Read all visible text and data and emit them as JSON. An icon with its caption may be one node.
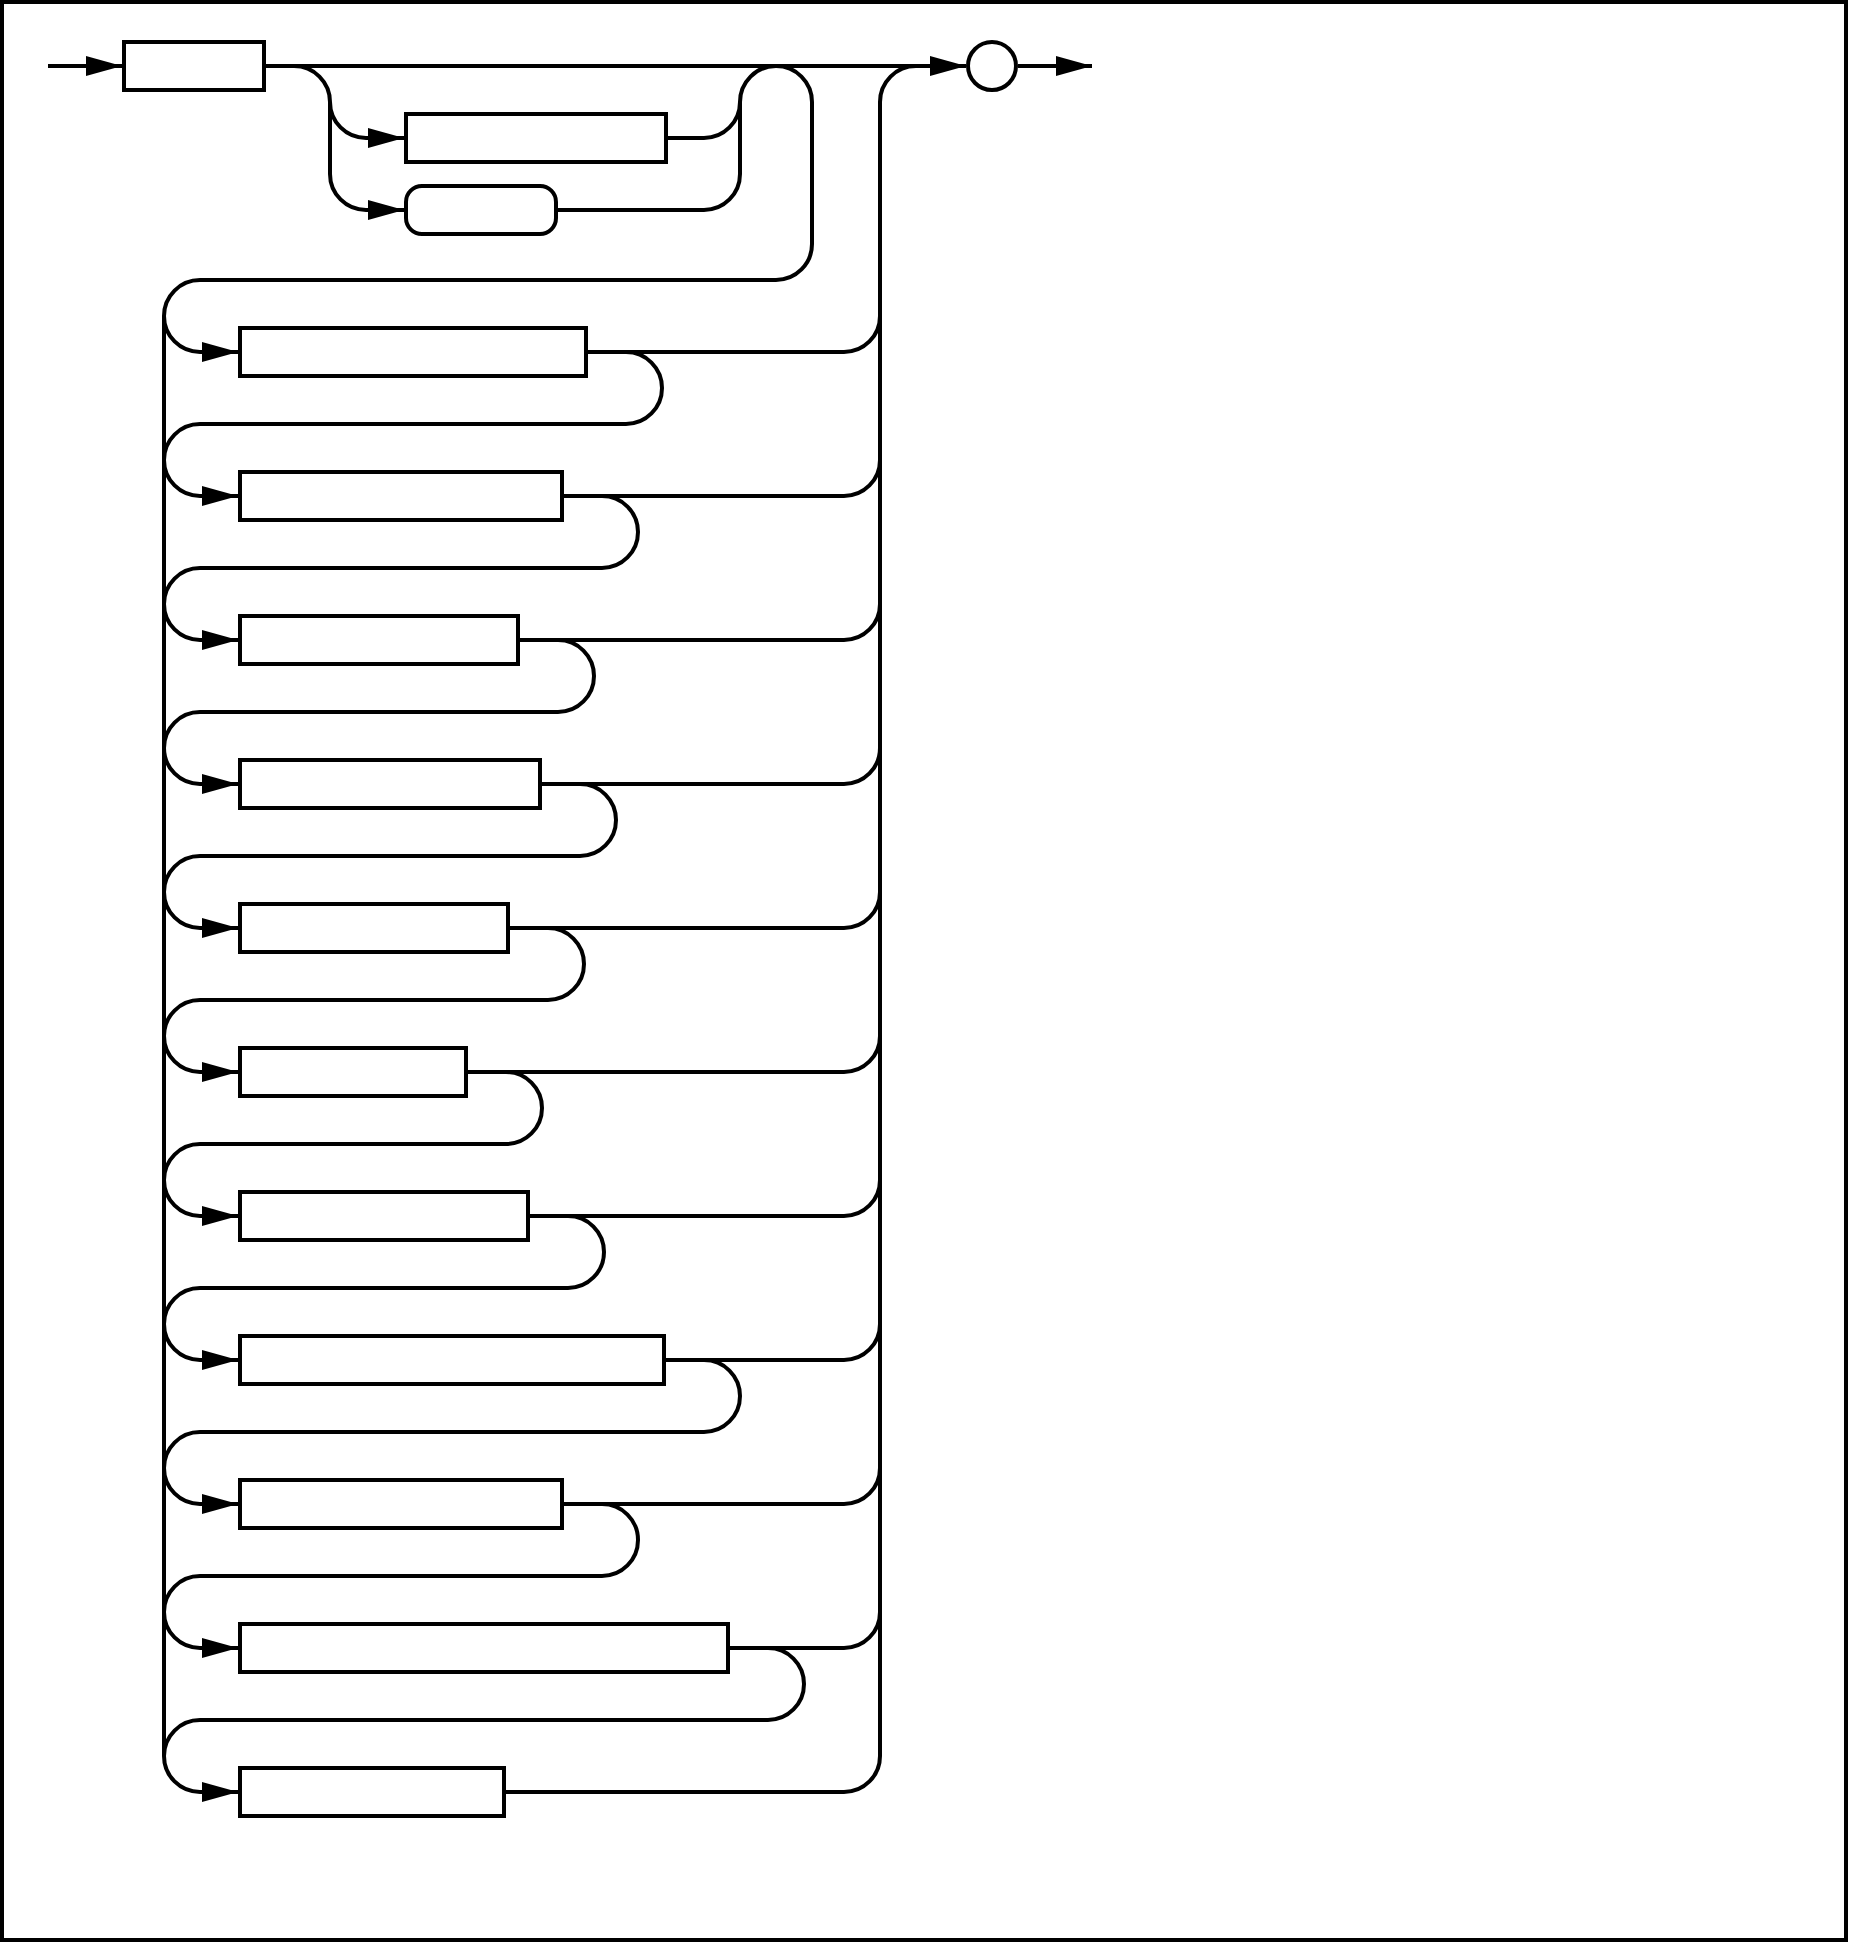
{
  "diagram": {
    "nodes": [
      {
        "text": [],
        "shape": "box"
      },
      {
        "text": [],
        "shape": "box"
      },
      {
        "text": [],
        "shape": "box"
      },
      {
        "text": [],
        "shape": "circle"
      },
      {
        "text": [],
        "shape": "box"
      },
      {
        "text": [],
        "shape": "box"
      },
      {
        "text": [],
        "shape": "box"
      },
      {
        "text": [],
        "shape": "box"
      },
      {
        "text": [],
        "shape": "box"
      },
      {
        "text": [],
        "shape": "box"
      },
      {
        "text": [],
        "shape": "box"
      },
      {
        "text": [],
        "shape": "box"
      },
      {
        "text": [],
        "shape": "box"
      },
      {
        "text": [],
        "shape": "box"
      },
      {
        "text": [],
        "shape": "box"
      }
    ],
    "edges": [
      {
        "from": null,
        "to": 0,
        "arrow": "to"
      },
      {
        "from": 0,
        "to": 1,
        "arrow": "to"
      },
      {
        "from": 0,
        "to": 2,
        "arrow": "to"
      },
      {
        "from": 0,
        "to": 3,
        "arrow": "to"
      },
      {
        "from": 1,
        "to": 3,
        "arrow": "to"
      },
      {
        "from": 2,
        "to": 3,
        "arrow": "to"
      },
      {
        "from": 3,
        "to": null,
        "arrow": "to"
      },
      {
        "from": 0,
        "to": 4,
        "arrow": "to"
      },
      {
        "from": 0,
        "to": 5,
        "arrow": "to"
      },
      {
        "from": 0,
        "to": 6,
        "arrow": "to"
      },
      {
        "from": 0,
        "to": 7,
        "arrow": "to"
      },
      {
        "from": 0,
        "to": 8,
        "arrow": "to"
      },
      {
        "from": 0,
        "to": 9,
        "arrow": "to"
      },
      {
        "from": 0,
        "to": 10,
        "arrow": "to"
      },
      {
        "from": 0,
        "to": 11,
        "arrow": "to"
      },
      {
        "from": 0,
        "to": 12,
        "arrow": "to"
      },
      {
        "from": 0,
        "to": 13,
        "arrow": "to"
      },
      {
        "from": 0,
        "to": 14,
        "arrow": "to"
      },
      {
        "from": 1,
        "to": 4,
        "arrow": "to"
      },
      {
        "from": 1,
        "to": 5,
        "arrow": "to"
      },
      {
        "from": 1,
        "to": 6,
        "arrow": "to"
      },
      {
        "from": 1,
        "to": 7,
        "arrow": "to"
      },
      {
        "from": 1,
        "to": 8,
        "arrow": "to"
      },
      {
        "from": 1,
        "to": 9,
        "arrow": "to"
      },
      {
        "from": 1,
        "to": 10,
        "arrow": "to"
      },
      {
        "from": 1,
        "to": 11,
        "arrow": "to"
      },
      {
        "from": 1,
        "to": 12,
        "arrow": "to"
      },
      {
        "from": 1,
        "to": 13,
        "arrow": "to"
      },
      {
        "from": 1,
        "to": 14,
        "arrow": "to"
      },
      {
        "from": 2,
        "to": 4,
        "arrow": "to"
      },
      {
        "from": 2,
        "to": 5,
        "arrow": "to"
      },
      {
        "from": 2,
        "to": 6,
        "arrow": "to"
      },
      {
        "from": 2,
        "to": 7,
        "arrow": "to"
      },
      {
        "from": 2,
        "to": 8,
        "arrow": "to"
      },
      {
        "from": 2,
        "to": 9,
        "arrow": "to"
      },
      {
        "from": 2,
        "to": 10,
        "arrow": "to"
      },
      {
        "from": 2,
        "to": 11,
        "arrow": "to"
      },
      {
        "from": 2,
        "to": 12,
        "arrow": "to"
      },
      {
        "from": 2,
        "to": 13,
        "arrow": "to"
      },
      {
        "from": 2,
        "to": 14,
        "arrow": "to"
      },
      {
        "from": 4,
        "to": 5,
        "arrow": "to"
      },
      {
        "from": 4,
        "to": 6,
        "arrow": "to"
      },
      {
        "from": 4,
        "to": 7,
        "arrow": "to"
      },
      {
        "from": 4,
        "to": 8,
        "arrow": "to"
      },
      {
        "from": 4,
        "to": 9,
        "arrow": "to"
      },
      {
        "from": 4,
        "to": 10,
        "arrow": "to"
      },
      {
        "from": 4,
        "to": 11,
        "arrow": "to"
      },
      {
        "from": 4,
        "to": 12,
        "arrow": "to"
      },
      {
        "from": 4,
        "to": 13,
        "arrow": "to"
      },
      {
        "from": 4,
        "to": 14,
        "arrow": "to"
      },
      {
        "from": 5,
        "to": 6,
        "arrow": "to"
      },
      {
        "from": 5,
        "to": 7,
        "arrow": "to"
      },
      {
        "from": 5,
        "to": 8,
        "arrow": "to"
      },
      {
        "from": 5,
        "to": 9,
        "arrow": "to"
      },
      {
        "from": 5,
        "to": 10,
        "arrow": "to"
      },
      {
        "from": 5,
        "to": 11,
        "arrow": "to"
      },
      {
        "from": 5,
        "to": 12,
        "arrow": "to"
      },
      {
        "from": 5,
        "to": 13,
        "arrow": "to"
      },
      {
        "from": 5,
        "to": 14,
        "arrow": "to"
      },
      {
        "from": 6,
        "to": 7,
        "arrow": "to"
      },
      {
        "from": 6,
        "to": 8,
        "arrow": "to"
      },
      {
        "from": 6,
        "to": 9,
        "arrow": "to"
      },
      {
        "from": 6,
        "to": 10,
        "arrow": "to"
      },
      {
        "from": 6,
        "to": 11,
        "arrow": "to"
      },
      {
        "from": 6,
        "to": 12,
        "arrow": "to"
      },
      {
        "from": 6,
        "to": 13,
        "arrow": "to"
      },
      {
        "from": 6,
        "to": 14,
        "arrow": "to"
      },
      {
        "from": 7,
        "to": 8,
        "arrow": "to"
      },
      {
        "from": 7,
        "to": 9,
        "arrow": "to"
      },
      {
        "from": 7,
        "to": 10,
        "arrow": "to"
      },
      {
        "from": 7,
        "to": 11,
        "arrow": "to"
      },
      {
        "from": 7,
        "to": 12,
        "arrow": "to"
      },
      {
        "from": 7,
        "to": 13,
        "arrow": "to"
      },
      {
        "from": 7,
        "to": 14,
        "arrow": "to"
      },
      {
        "from": 8,
        "to": 9,
        "arrow": "to"
      },
      {
        "from": 8,
        "to": 10,
        "arrow": "to"
      },
      {
        "from": 8,
        "to": 11,
        "arrow": "to"
      },
      {
        "from": 8,
        "to": 12,
        "arrow": "to"
      },
      {
        "from": 8,
        "to": 13,
        "arrow": "to"
      },
      {
        "from": 8,
        "to": 14,
        "arrow": "to"
      },
      {
        "from": 9,
        "to": 10,
        "arrow": "to"
      },
      {
        "from": 9,
        "to": 11,
        "arrow": "to"
      },
      {
        "from": 9,
        "to": 12,
        "arrow": "to"
      },
      {
        "from": 9,
        "to": 13,
        "arrow": "to"
      },
      {
        "from": 9,
        "to": 14,
        "arrow": "to"
      },
      {
        "from": 10,
        "to": 11,
        "arrow": "to"
      },
      {
        "from": 10,
        "to": 12,
        "arrow": "to"
      },
      {
        "from": 10,
        "to": 13,
        "arrow": "to"
      },
      {
        "from": 10,
        "to": 14,
        "arrow": "to"
      },
      {
        "from": 11,
        "to": 12,
        "arrow": "to"
      },
      {
        "from": 11,
        "to": 13,
        "arrow": "to"
      },
      {
        "from": 11,
        "to": 14,
        "arrow": "to"
      },
      {
        "from": 12,
        "to": 13,
        "arrow": "to"
      },
      {
        "from": 12,
        "to": 14,
        "arrow": "to"
      },
      {
        "from": 13,
        "to": 14,
        "arrow": "to"
      },
      {
        "from": 4,
        "to": 3,
        "arrow": "to"
      },
      {
        "from": 5,
        "to": 3,
        "arrow": "to"
      },
      {
        "from": 6,
        "to": 3,
        "arrow": "to"
      },
      {
        "from": 7,
        "to": 3,
        "arrow": "to"
      },
      {
        "from": 8,
        "to": 3,
        "arrow": "to"
      },
      {
        "from": 9,
        "to": 3,
        "arrow": "to"
      },
      {
        "from": 10,
        "to": 3,
        "arrow": "to"
      },
      {
        "from": 11,
        "to": 3,
        "arrow": "to"
      },
      {
        "from": 12,
        "to": 3,
        "arrow": "to"
      },
      {
        "from": 13,
        "to": 3,
        "arrow": "to"
      },
      {
        "from": 14,
        "to": 3,
        "arrow": "to"
      }
    ]
  }
}
